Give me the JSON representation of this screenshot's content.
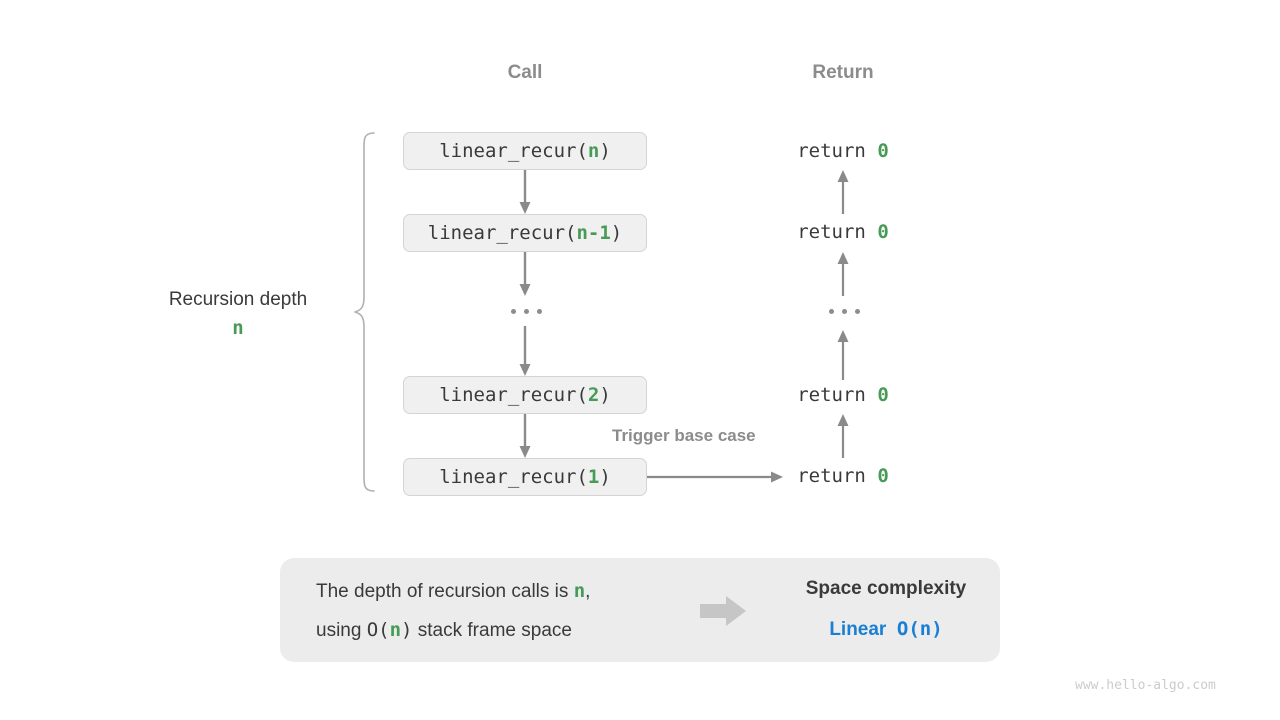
{
  "diagram": {
    "headers": {
      "call": "Call",
      "return": "Return"
    },
    "side_label": {
      "title": "Recursion depth",
      "value": "n"
    },
    "annotation": "Trigger base case",
    "call_frames": [
      {
        "prefix": "linear_recur(",
        "arg": "n",
        "suffix": ")"
      },
      {
        "prefix": "linear_recur(",
        "arg": "n-1",
        "suffix": ")"
      },
      {
        "prefix": "linear_recur(",
        "arg": "2",
        "suffix": ")"
      },
      {
        "prefix": "linear_recur(",
        "arg": "1",
        "suffix": ")"
      }
    ],
    "returns": [
      {
        "keyword": "return",
        "value": "0"
      },
      {
        "keyword": "return",
        "value": "0"
      },
      {
        "keyword": "return",
        "value": "0"
      },
      {
        "keyword": "return",
        "value": "0"
      }
    ],
    "ellipsis": "•••"
  },
  "summary": {
    "line1": {
      "before": "The depth of recursion calls is ",
      "var": "n",
      "after": ","
    },
    "line2": {
      "before": "using ",
      "notation_open": "O(",
      "var": "n",
      "notation_close": ")",
      "after": " stack frame space"
    },
    "title": "Space complexity",
    "result_word": "Linear",
    "result_notation": "O(n)"
  },
  "watermark": "www.hello-algo.com",
  "colors": {
    "accent_green": "#479b56",
    "accent_blue": "#1a7fd4",
    "text": "#3a3a3a",
    "muted": "#8c8c8c",
    "box_fill": "#f0f0f0",
    "box_border": "#d4d4d4",
    "panel_fill": "#ececec",
    "arrow": "#8a8a8a",
    "watermark": "#cccccc"
  }
}
